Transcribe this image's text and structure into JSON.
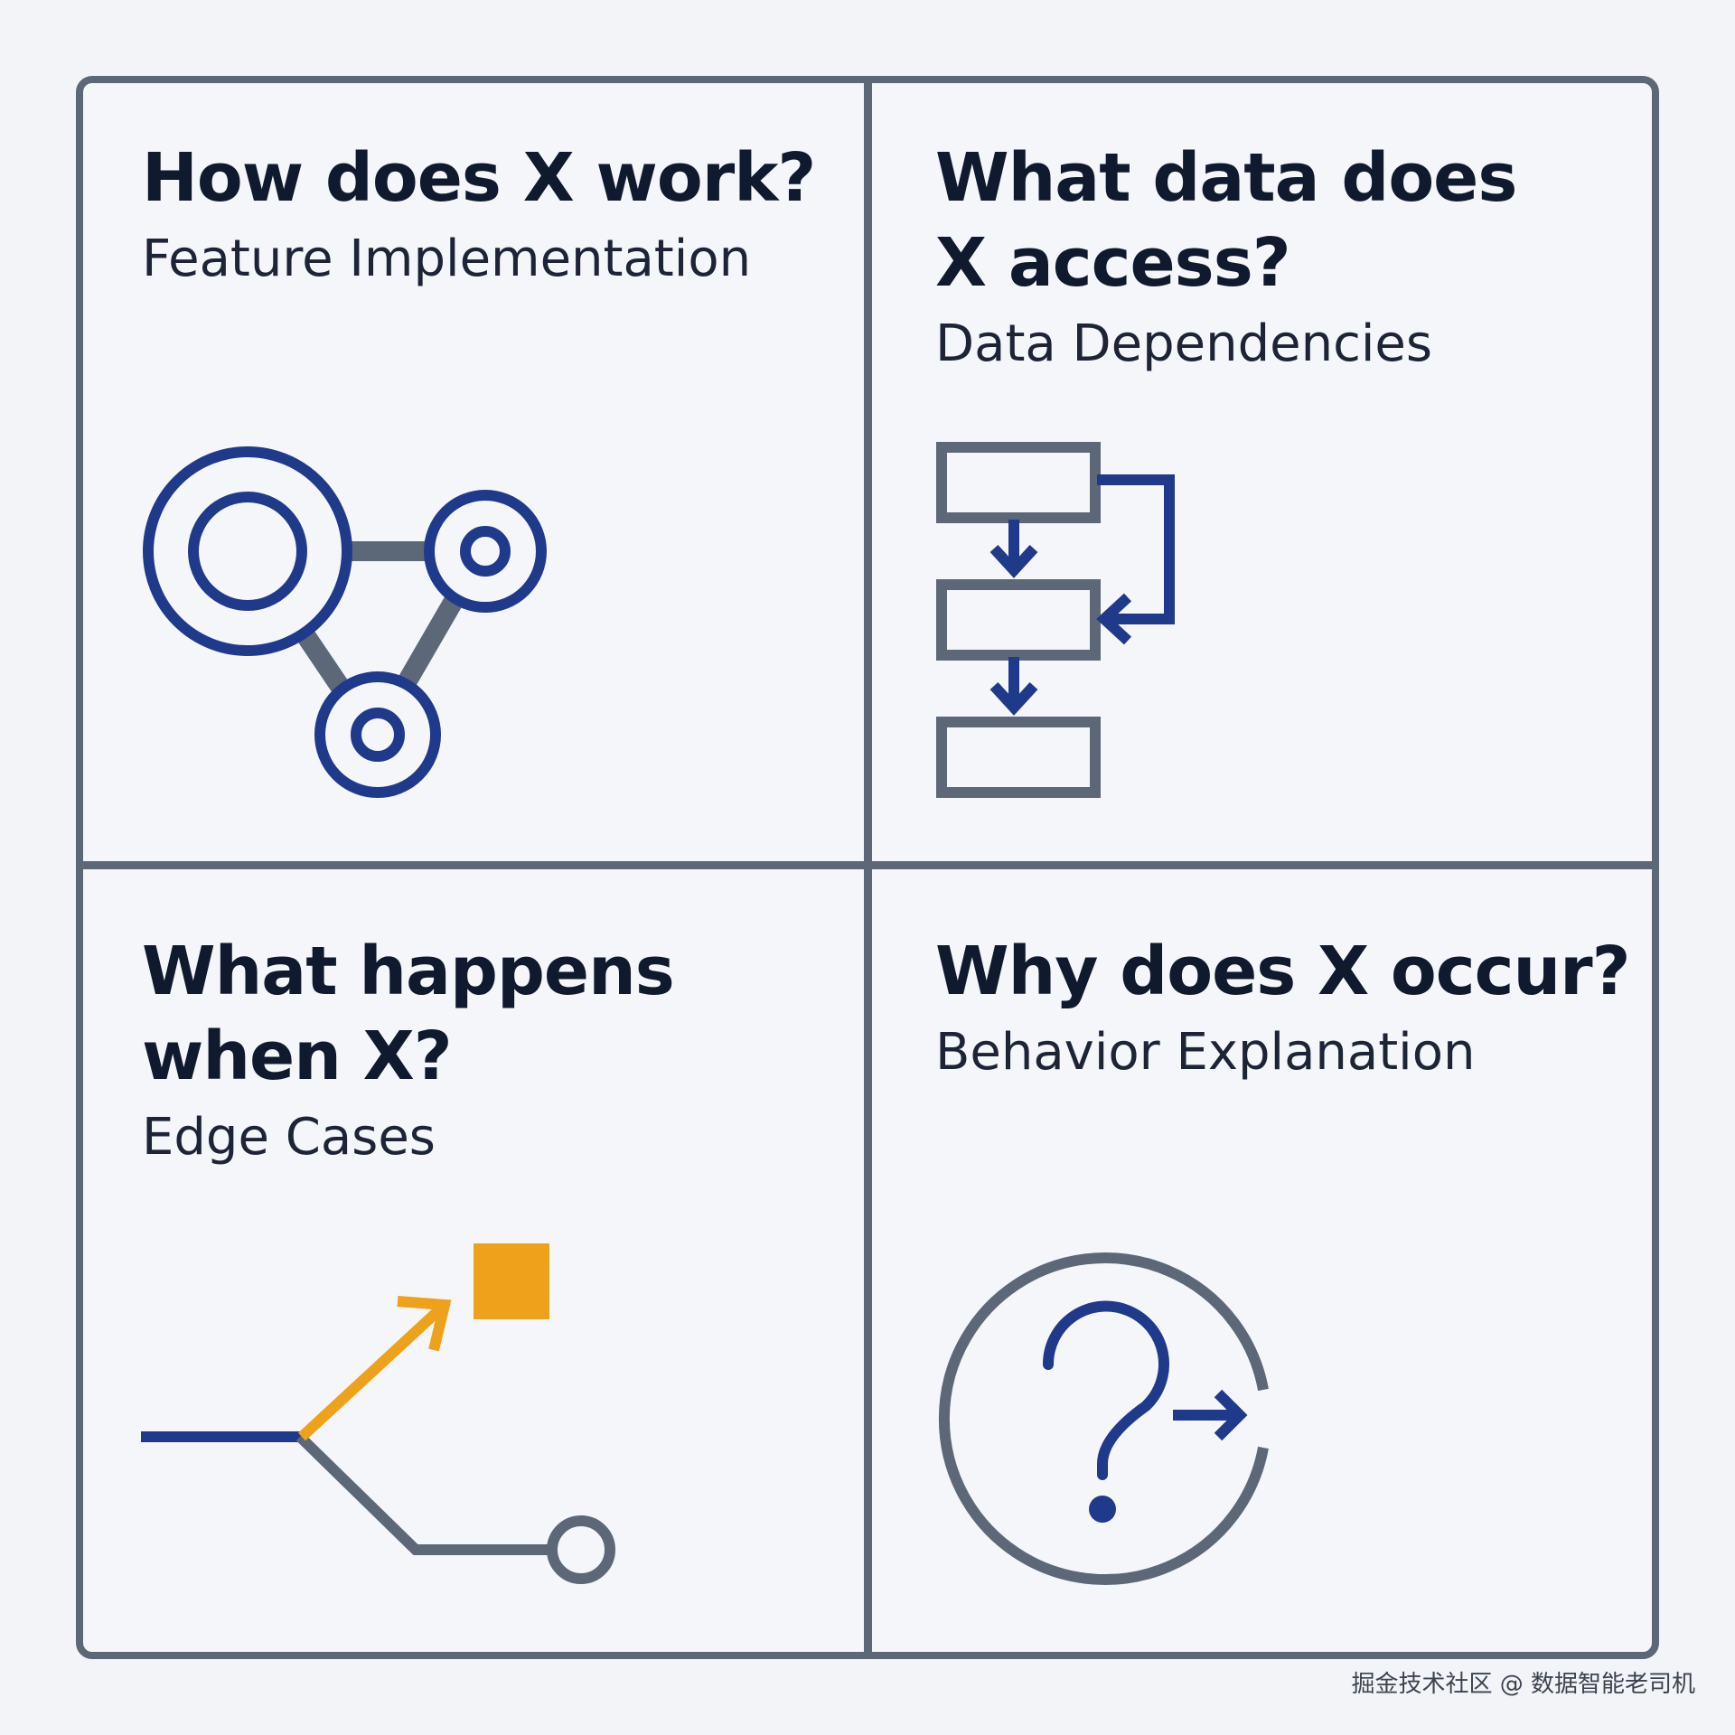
{
  "colors": {
    "navy": "#1f3a8a",
    "slate": "#5c6778",
    "orange": "#eea21c",
    "title": "#0f1a2e",
    "background": "#f2f4f8"
  },
  "quadrants": [
    {
      "title": "How does X work?",
      "subtitle": "Feature Implementation",
      "icon": "connected-nodes-icon"
    },
    {
      "title": "What data does\nX access?",
      "subtitle": "Data Dependencies",
      "icon": "data-flow-icon"
    },
    {
      "title": "What happens\nwhen X?",
      "subtitle": "Edge Cases",
      "icon": "branching-path-icon"
    },
    {
      "title": "Why does X occur?",
      "subtitle": "Behavior Explanation",
      "icon": "question-circle-icon"
    }
  ],
  "watermark": "掘金技术社区 @ 数据智能老司机"
}
